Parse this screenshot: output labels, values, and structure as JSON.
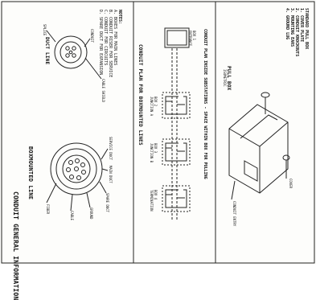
{
  "panel_left": {
    "title": "CONDUIT GENERAL INFORMATION",
    "diagram_large": "BOXMOUNTED LINE",
    "diagram_small": "DUCT LINE",
    "legend_heading": "NOTES:",
    "legend_lines": [
      "A. BOXES FOR MAIN LINES",
      "B. CONDUIT RISER FOR SERVICE",
      "C. CONDUIT FOR CIRCUITS",
      "D. SPARE DUCT FOR EXPANSION"
    ],
    "callouts_large": [
      "SERVICE DUCT",
      "MAIN DUCT",
      "SPARE DUCT",
      "GROUND",
      "CABLE",
      "FIBER"
    ],
    "callouts_small": [
      "SPLICE",
      "CONDUIT",
      "CABLE SHIELD"
    ]
  },
  "panel_middle": {
    "title": "CONDUIT PLAN FOR BOXMOUNTED LINES",
    "subtitle": "CONDUIT PLAN INSIDE SUBSTATIONS - SPACE WITHIN BOX FOR PULLING",
    "boxes": [
      "BOX 1",
      "BOX 2",
      "BOX 3",
      "BOX 4"
    ],
    "box_labels": [
      "ENTRANCE",
      "JUNCTION A",
      "JUNCTION B",
      "TERMINATION"
    ]
  },
  "panel_right": {
    "title": "PULL BOX",
    "subtitle": "ISOMETRIC",
    "notes": [
      "STANDARD PULL BOX",
      "1. COVER PLATE",
      "2. CONDUIT KNOCKOUTS",
      "3. MOUNTING EARS",
      "4. GROUND LUG"
    ],
    "callouts": [
      "CONDUIT ENTRY",
      "COVER"
    ]
  }
}
